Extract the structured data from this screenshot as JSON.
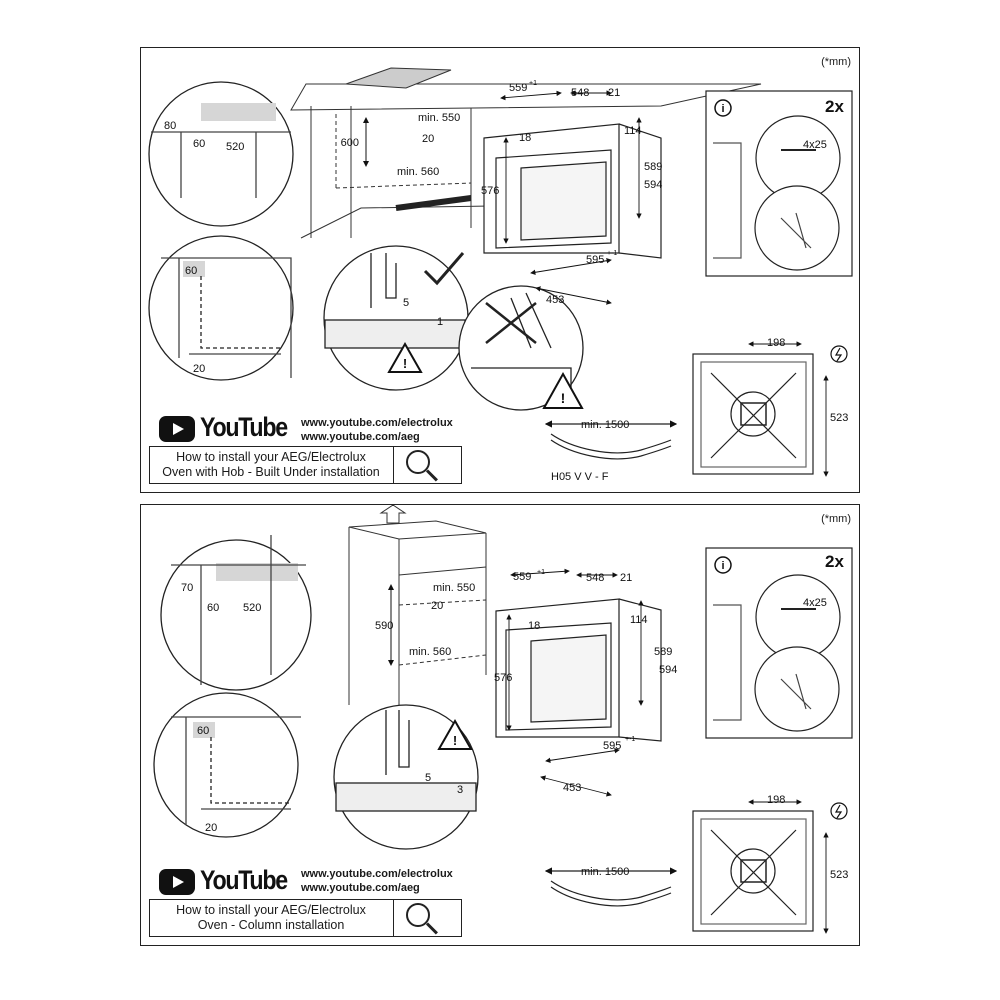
{
  "panels": [
    {
      "unit_note": "(*mm)",
      "youtube_word": "YouTube",
      "links": [
        "www.youtube.com/electrolux",
        "www.youtube.com/aeg"
      ],
      "howto": [
        "How to install your AEG/Electrolux",
        "Oven with Hob - Built Under installation"
      ],
      "dims": {
        "d80": "80",
        "d60a": "60",
        "d520": "520",
        "d60b": "60",
        "d20a": "20",
        "d600": "600",
        "min550": "min. 550",
        "d20b": "20",
        "min560": "min. 560",
        "w559": "559",
        "sup559": "+1",
        "d548": "548",
        "d21": "21",
        "d18": "18",
        "d114": "114",
        "d576": "576",
        "d589": "589",
        "d594": "594",
        "w595": "595",
        "sup595": "+-1",
        "d453": "453",
        "gap5": "5",
        "gap1": "1",
        "d198": "198",
        "d523": "523",
        "cable": "min. 1500",
        "cable_code": "H05 V V - F",
        "count": "2x",
        "screw": "4x25"
      }
    },
    {
      "unit_note": "(*mm)",
      "youtube_word": "YouTube",
      "links": [
        "www.youtube.com/electrolux",
        "www.youtube.com/aeg"
      ],
      "howto": [
        "How to install your AEG/Electrolux",
        "Oven - Column installation"
      ],
      "dims": {
        "d70": "70",
        "d60a": "60",
        "d520": "520",
        "d60b": "60",
        "d20a": "20",
        "d590": "590",
        "min550": "min. 550",
        "d20b": "20",
        "min560": "min. 560",
        "w559": "559",
        "sup559": "+1",
        "d548": "548",
        "d21": "21",
        "d18": "18",
        "d114": "114",
        "d576": "576",
        "d589": "589",
        "d594": "594",
        "w595": "595",
        "sup595": "+-1",
        "d453": "453",
        "gap5": "5",
        "gap3": "3",
        "d198": "198",
        "d523": "523",
        "cable": "min. 1500",
        "count": "2x",
        "screw": "4x25"
      }
    }
  ]
}
